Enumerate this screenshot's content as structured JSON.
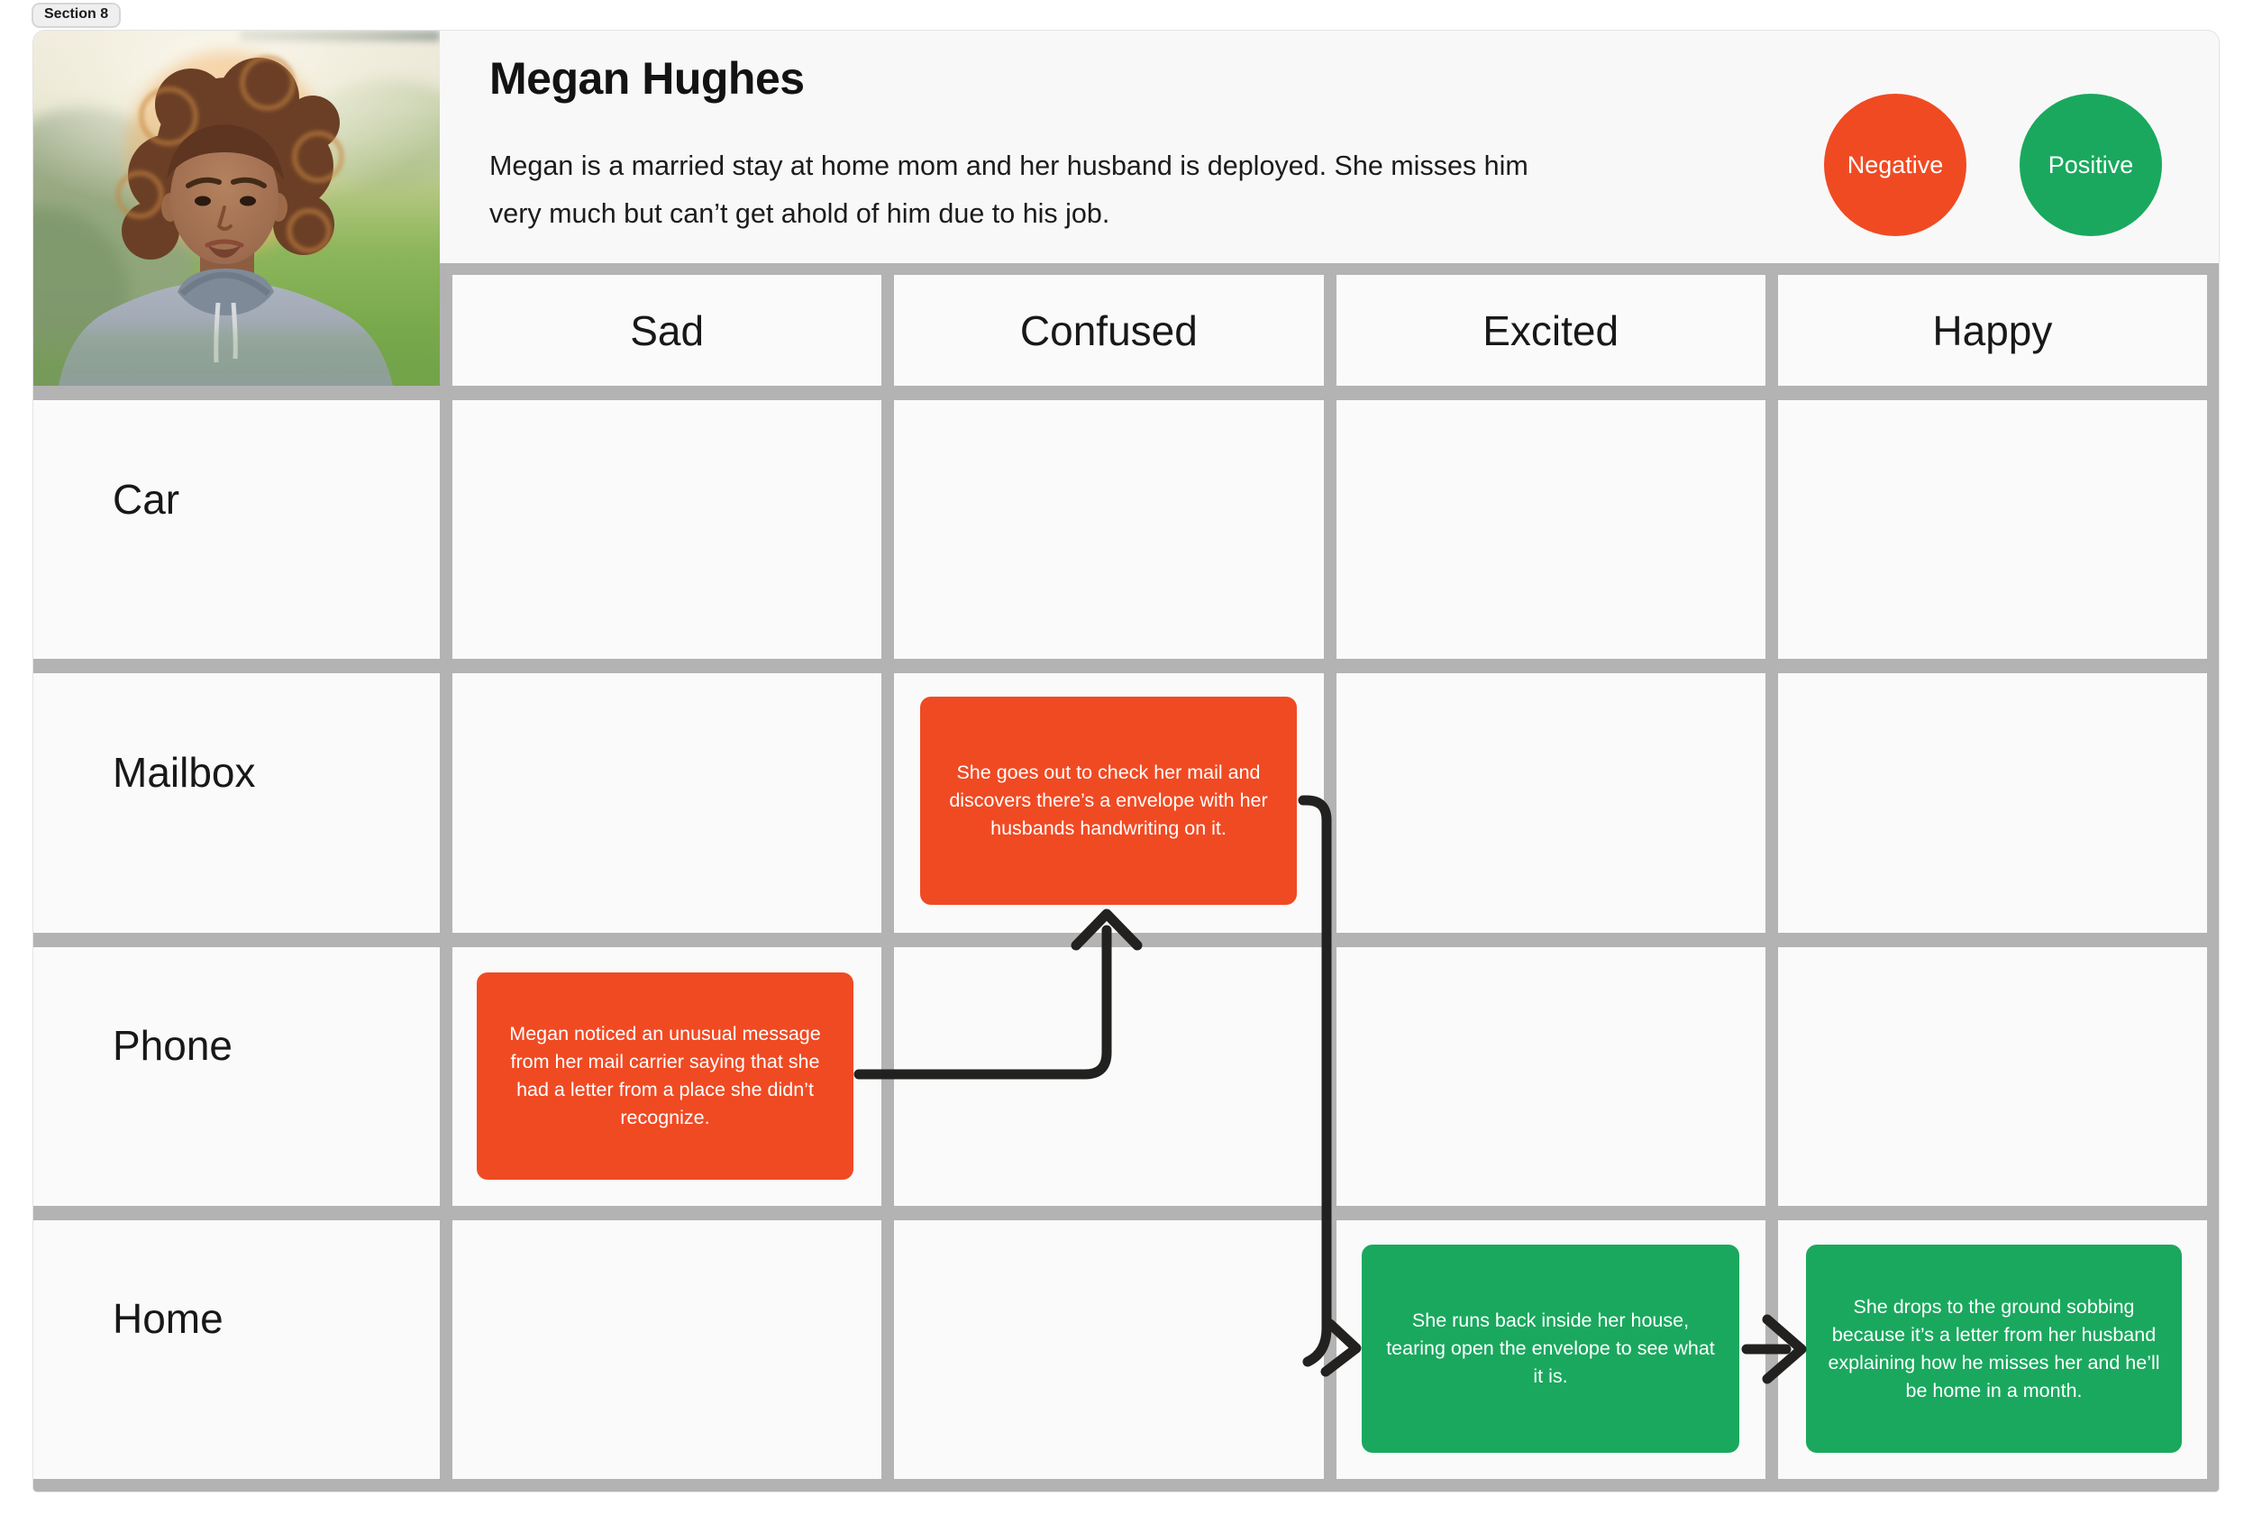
{
  "section_label": "Section 8",
  "persona": {
    "name": "Megan Hughes",
    "description": "Megan is a married stay at home mom and her husband is deployed. She misses him very much but can’t get ahold of him due to his job."
  },
  "legend": {
    "negative": "Negative",
    "positive": "Positive"
  },
  "grid": {
    "columns": [
      "Sad",
      "Confused",
      "Excited",
      "Happy"
    ],
    "rows": [
      "Car",
      "Mailbox",
      "Phone",
      "Home"
    ]
  },
  "notes": [
    {
      "id": "note-phone-sad",
      "row": "Phone",
      "column": "Sad",
      "sentiment": "negative",
      "text": "Megan noticed an unusual message from her mail carrier saying that she had a letter from a place she didn’t recognize."
    },
    {
      "id": "note-mailbox-confused",
      "row": "Mailbox",
      "column": "Confused",
      "sentiment": "negative",
      "text": "She goes out to check her mail and discovers there’s a envelope with her husbands handwriting on it."
    },
    {
      "id": "note-home-excited",
      "row": "Home",
      "column": "Excited",
      "sentiment": "positive",
      "text": "She runs back inside her house, tearing open the envelope to see what it is."
    },
    {
      "id": "note-home-happy",
      "row": "Home",
      "column": "Happy",
      "sentiment": "positive",
      "text": "She drops to the ground sobbing because it’s a letter from her husband explaining how he misses her and he’ll be home in a month."
    }
  ],
  "connections": [
    {
      "from": "note-phone-sad",
      "to": "note-mailbox-confused"
    },
    {
      "from": "note-mailbox-confused",
      "to": "note-home-excited"
    },
    {
      "from": "note-home-excited",
      "to": "note-home-happy"
    }
  ],
  "colors": {
    "negative": "#F04A23",
    "positive": "#1AA85E",
    "grid_line": "#B3B3B3",
    "cell_bg": "#FAFAFA",
    "board_bg": "#F8F8F8",
    "arrow": "#222120"
  }
}
